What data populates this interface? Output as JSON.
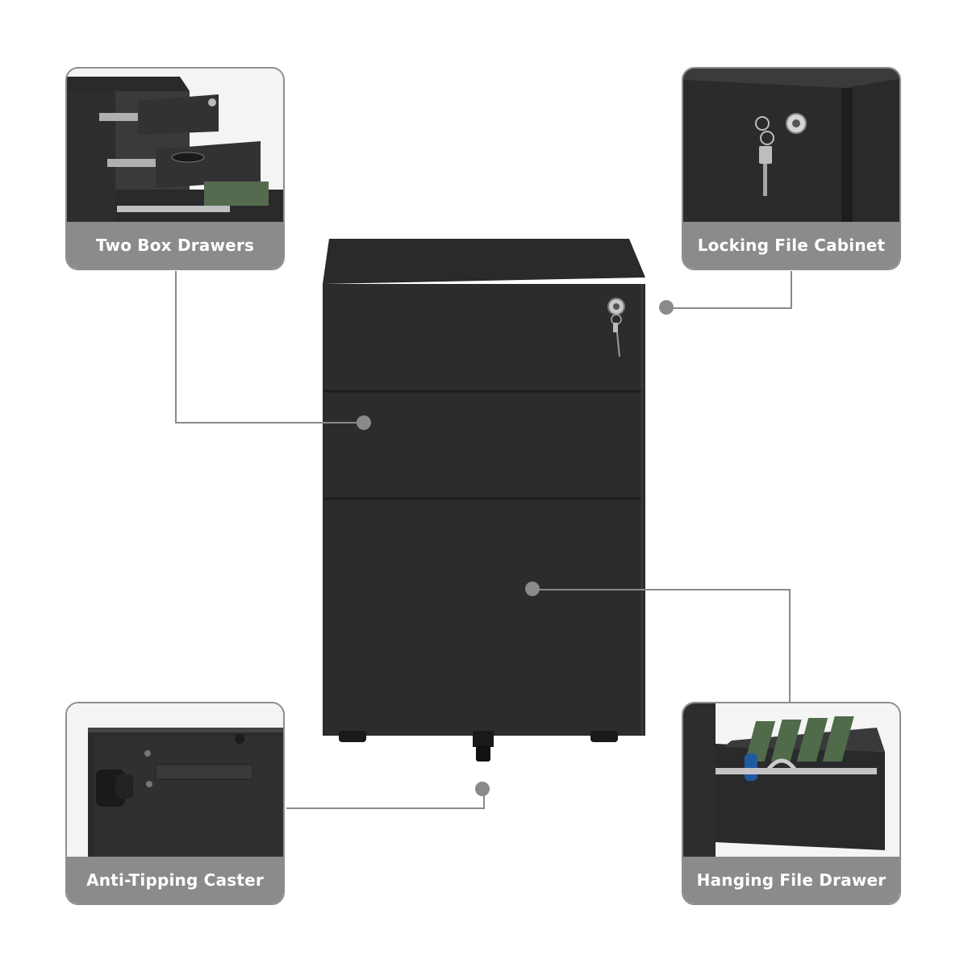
{
  "callouts": {
    "top_left": {
      "label": "Two Box Drawers",
      "icon": "drawers-open-photo"
    },
    "top_right": {
      "label": "Locking File Cabinet",
      "icon": "lock-key-photo"
    },
    "bottom_left": {
      "label": "Anti-Tipping Caster",
      "icon": "caster-photo"
    },
    "bottom_right": {
      "label": "Hanging File Drawer",
      "icon": "file-drawer-photo"
    }
  },
  "colors": {
    "cabinet": "#2b2b2d",
    "label_bar": "#8b8b8b",
    "connector": "#8a8a8a",
    "background": "#ffffff"
  }
}
